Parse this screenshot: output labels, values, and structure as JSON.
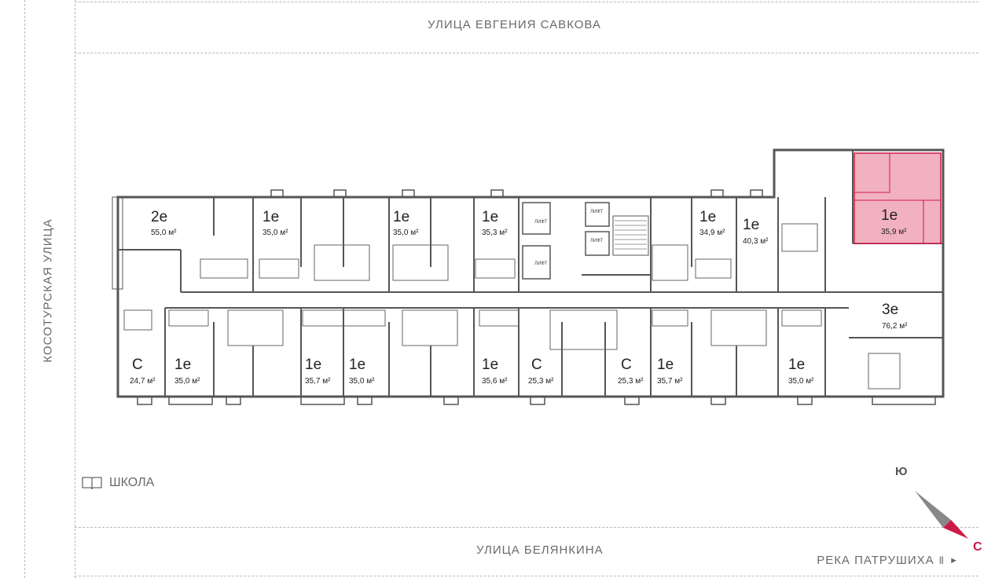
{
  "streets": {
    "north": "УЛИЦА ЕВГЕНИЯ САВКОВА",
    "south": "УЛИЦА БЕЛЯНКИНА",
    "west": "КОСОТУРСКАЯ УЛИЦА"
  },
  "landmarks": {
    "school": "ШКОЛА",
    "river": "РЕКА ПАТРУШИХА"
  },
  "compass": {
    "south_label": "Ю",
    "north_label": "С"
  },
  "lift_label": "ЛИФТ",
  "colors": {
    "highlight": "#f0a3b5",
    "highlight_border": "#cc1b46",
    "walls": "#555555",
    "compass_north": "#cc1b46"
  },
  "apartments": [
    {
      "id": "a1",
      "type": "2е",
      "area": "55,0 м²"
    },
    {
      "id": "a2",
      "type": "1е",
      "area": "35,0 м²"
    },
    {
      "id": "a3",
      "type": "1е",
      "area": "35,0 м²"
    },
    {
      "id": "a4",
      "type": "1е",
      "area": "35,3 м²"
    },
    {
      "id": "a5",
      "type": "1е",
      "area": "34,9 м²"
    },
    {
      "id": "a6",
      "type": "1е",
      "area": "40,3 м²"
    },
    {
      "id": "a7",
      "type": "1е",
      "area": "35,9 м²",
      "selected": true
    },
    {
      "id": "a8",
      "type": "3е",
      "area": "76,2 м²"
    },
    {
      "id": "b1",
      "type": "С",
      "area": "24,7 м²"
    },
    {
      "id": "b2",
      "type": "1е",
      "area": "35,0 м²"
    },
    {
      "id": "b3",
      "type": "1е",
      "area": "35,7 м²"
    },
    {
      "id": "b4",
      "type": "1е",
      "area": "35,0 м²"
    },
    {
      "id": "b5",
      "type": "1е",
      "area": "35,6 м²"
    },
    {
      "id": "b6",
      "type": "С",
      "area": "25,3 м²"
    },
    {
      "id": "b7",
      "type": "С",
      "area": "25,3 м²"
    },
    {
      "id": "b8",
      "type": "1е",
      "area": "35,7 м²"
    },
    {
      "id": "b9",
      "type": "1е",
      "area": "35,0 м²"
    }
  ]
}
